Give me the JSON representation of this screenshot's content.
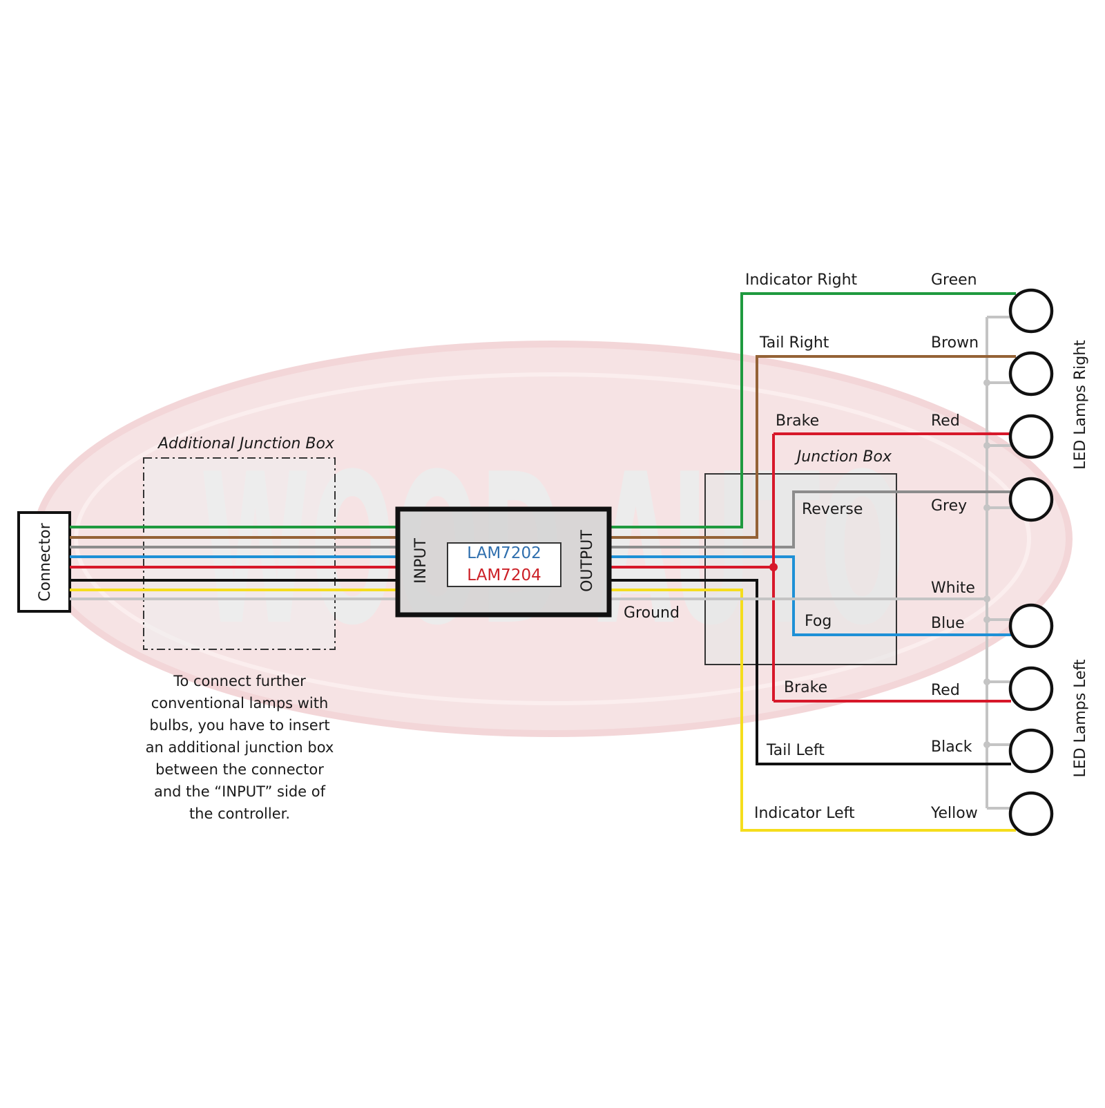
{
  "watermark": {
    "text": "WOOD AUTO",
    "oval_fill": "#f6e3e4",
    "oval_stroke": "#f3d6d8",
    "letter_color": "#ececec"
  },
  "connector": {
    "label": "Connector"
  },
  "additional_junction_box": {
    "title": "Additional Junction Box",
    "note_lines": [
      "To connect further",
      "conventional lamps with",
      "bulbs, you have to insert",
      "an additional junction box",
      "between the connector",
      "and the “INPUT” side of",
      "the controller."
    ]
  },
  "controller": {
    "input_label": "INPUT",
    "output_label": "OUTPUT",
    "model_1": "LAM7202",
    "model_2": "LAM7204",
    "model_1_color": "#2f6fae",
    "model_2_color": "#cc1f26"
  },
  "junction_box": {
    "title": "Junction Box"
  },
  "ground_label": "Ground",
  "functions": {
    "indicator_right": "Indicator Right",
    "tail_right": "Tail Right",
    "brake_right": "Brake",
    "reverse": "Reverse",
    "fog": "Fog",
    "brake_left": "Brake",
    "tail_left": "Tail Left",
    "indicator_left": "Indicator Left"
  },
  "wire_colors": {
    "green": "Green",
    "brown": "Brown",
    "red_right": "Red",
    "grey": "Grey",
    "white": "White",
    "blue": "Blue",
    "red_left": "Red",
    "black": "Black",
    "yellow": "Yellow"
  },
  "lamp_groups": {
    "right": "LED Lamps Right",
    "left": "LED Lamps Left"
  },
  "colors": {
    "green": "#1f9a3f",
    "brown": "#946236",
    "grey": "#8c8c8c",
    "blue": "#1e90d6",
    "red": "#d7182a",
    "black": "#111111",
    "yellow": "#f5dd1c",
    "white_wire": "#c4c4c4",
    "ground_bus": "#c4c4c4"
  }
}
